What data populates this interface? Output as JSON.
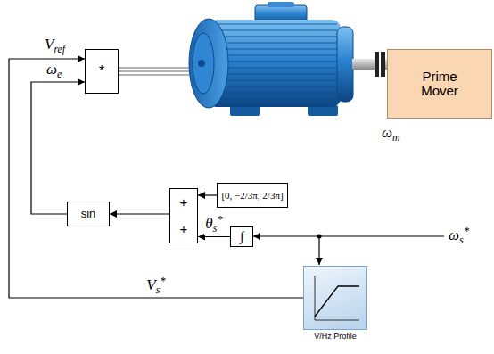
{
  "diagram": {
    "nodes": [
      {
        "text": [
          "*"
        ]
      },
      {
        "text": [
          "Prime Mover"
        ]
      },
      {
        "text": [
          "[0, −2/3π, 2/3π]"
        ]
      },
      {
        "text": [
          "+",
          "+"
        ]
      },
      {
        "text": [
          "sin"
        ]
      },
      {
        "text": [
          "∫"
        ]
      },
      {
        "text": [
          "V/Hz Profile"
        ]
      }
    ],
    "edges": [
      {
        "from": 4,
        "to": 0,
        "arrow": "to"
      },
      {
        "from": 3,
        "to": 4,
        "arrow": "to"
      },
      {
        "from": 2,
        "to": 3,
        "arrow": "to"
      },
      {
        "from": 5,
        "to": 3,
        "arrow": "to",
        "label": "θs*"
      },
      {
        "from": 6,
        "to": 0,
        "arrow": "to",
        "label": "Vs*"
      }
    ],
    "labels": [
      "Vref",
      "ωe",
      "ωm",
      "ωs*"
    ]
  }
}
